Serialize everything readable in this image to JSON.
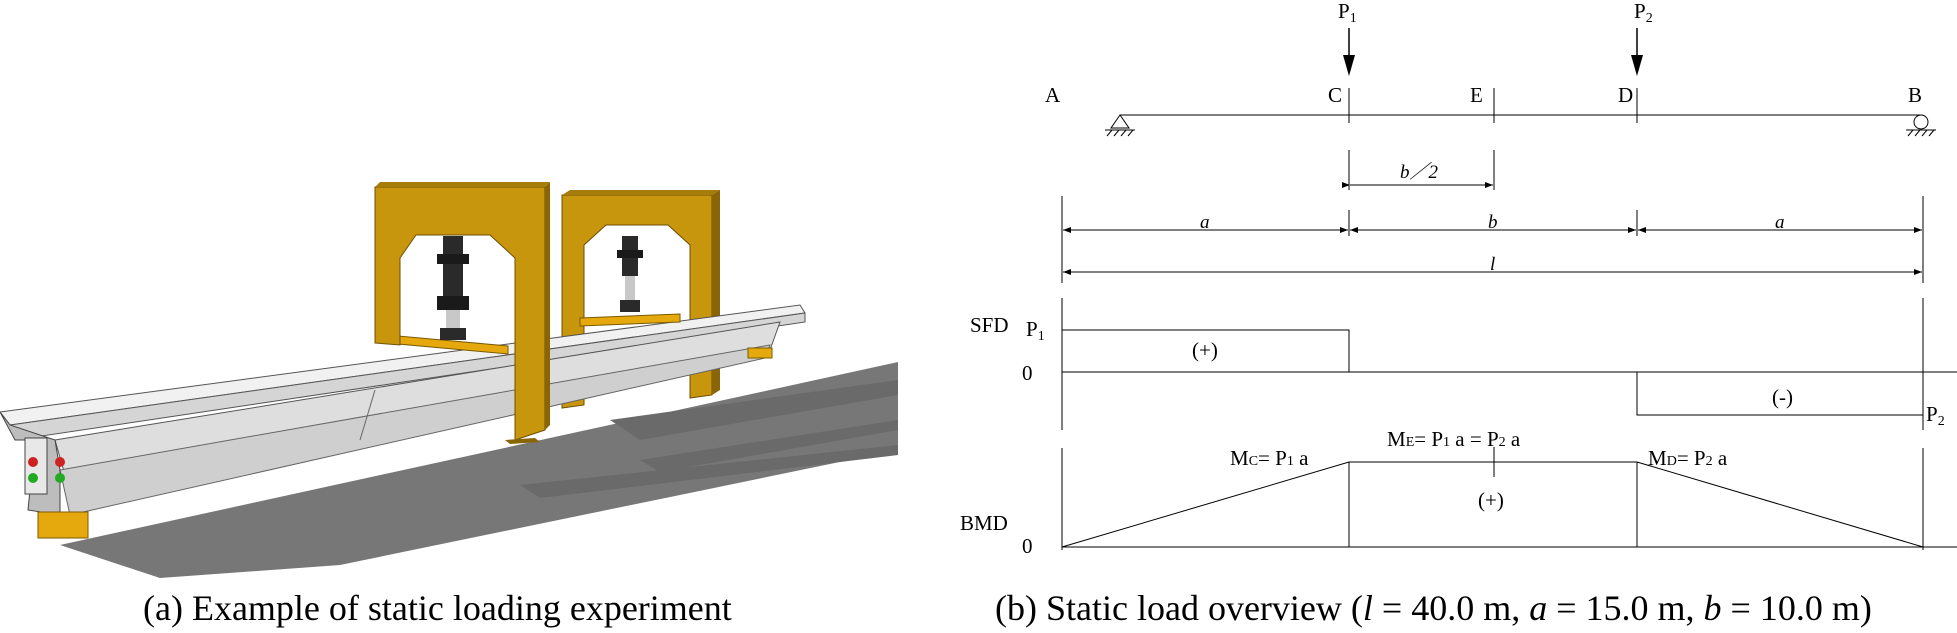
{
  "panel_a": {
    "caption": "(a) Example of static loading experiment"
  },
  "panel_b": {
    "caption_prefix": "(b) Static load overview (",
    "params": [
      {
        "sym": "l",
        "val": " = 40.0 m, "
      },
      {
        "sym": "a",
        "val": " = 15.0 m, "
      },
      {
        "sym": "b",
        "val": " = 10.0 m)"
      }
    ],
    "loads": {
      "p1": "P",
      "p1_sub": "1",
      "p2": "P",
      "p2_sub": "2"
    },
    "points": {
      "A": "A",
      "C": "C",
      "E": "E",
      "D": "D",
      "B": "B"
    },
    "dims": {
      "half_b": "b／2",
      "a1": "a",
      "b": "b",
      "a2": "a",
      "l": "l"
    },
    "sfd": {
      "title": "SFD",
      "zero": "0",
      "p1": "P",
      "p1_sub": "1",
      "p2": "P",
      "p2_sub": "2",
      "pos_sign": "(+)",
      "neg_sign": "(-)"
    },
    "bmd": {
      "title": "BMD",
      "zero": "0",
      "mc": [
        "M",
        "C",
        "= P",
        "1",
        " a"
      ],
      "me": [
        "M",
        "E",
        "= P",
        "1",
        " a = P",
        "2",
        " a"
      ],
      "md": [
        "M",
        "D",
        "= P",
        "2",
        " a"
      ],
      "sign": "(+)"
    }
  },
  "colors": {
    "frame": "#c8960c",
    "frame_dark": "#8a6506",
    "beam": "#e6e6e6",
    "shadow": "#777777",
    "actuator": "#2a2a2a"
  }
}
